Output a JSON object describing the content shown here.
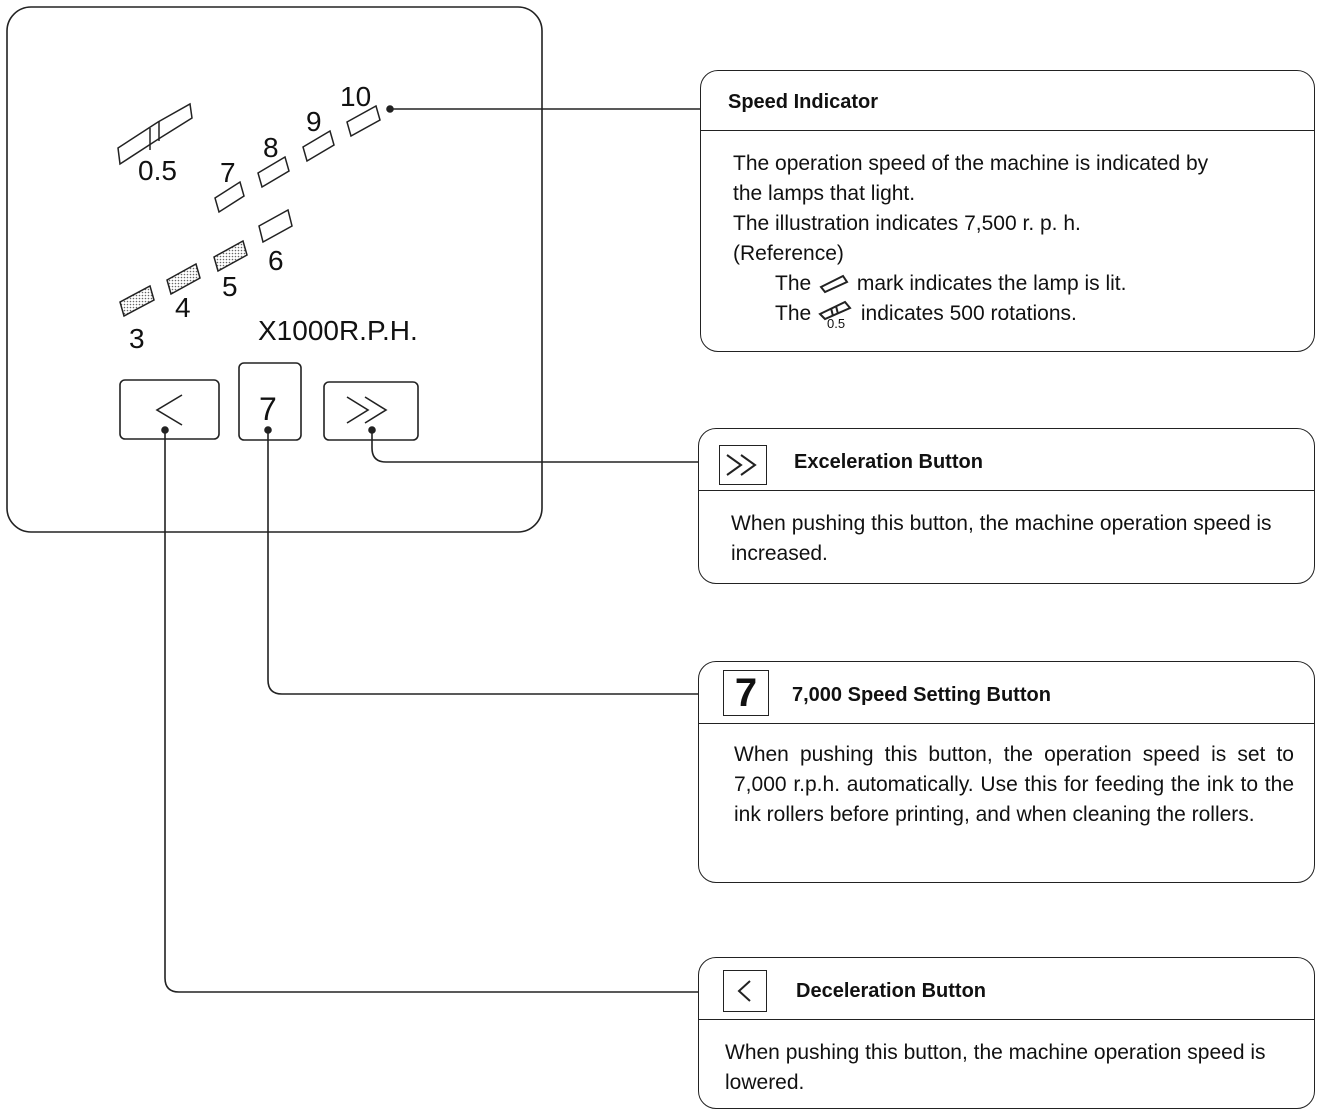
{
  "panel": {
    "lamp_labels": [
      "0.5",
      "7",
      "8",
      "9",
      "10",
      "6",
      "5",
      "4",
      "3"
    ],
    "unit_label": "X1000R.P.H.",
    "decelerate_glyph": "<",
    "preset_glyph": "7",
    "accelerate_glyph": ">>"
  },
  "speed_indicator": {
    "title": "Speed Indicator",
    "lines": [
      "The operation speed of the machine is indicated by",
      "the lamps that light.",
      "The illustration indicates 7,500  r. p. h.",
      "(Reference)"
    ],
    "ref_line1_pre": "The",
    "ref_line1_post": "mark indicates the lamp is lit.",
    "ref_line2_pre": "The",
    "ref_line2_post": "indicates 500 rotations.",
    "small_label": "0.5"
  },
  "acceleration": {
    "icon": ">>",
    "title": "Exceleration Button",
    "text": "When pushing this button, the machine operation speed is increased."
  },
  "preset": {
    "icon": "7",
    "title": "7,000 Speed Setting Button",
    "text": "When pushing this button, the operation speed is set to 7,000 r.p.h. automatically.  Use this for feeding the ink to the ink rollers before printing, and when cleaning the rollers."
  },
  "deceleration": {
    "icon": "<",
    "title": "Deceleration Button",
    "text": "When pushing this button, the machine operation speed is lowered."
  }
}
